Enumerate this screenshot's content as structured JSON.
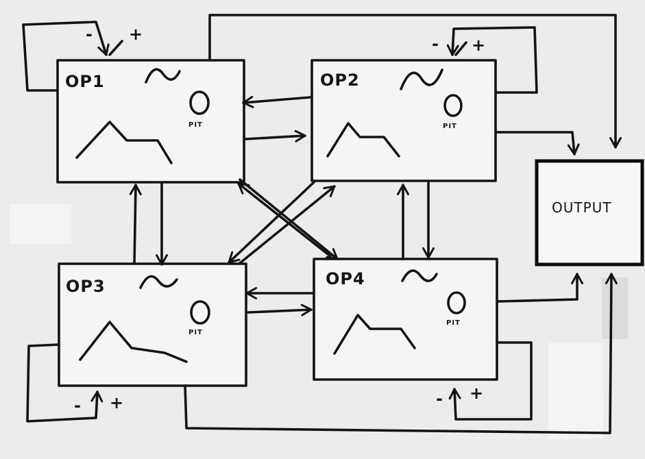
{
  "operators": [
    {
      "id": "op1",
      "label": "OP1",
      "knob": "PIT"
    },
    {
      "id": "op2",
      "label": "OP2",
      "knob": "PIT"
    },
    {
      "id": "op3",
      "label": "OP3",
      "knob": "PIT"
    },
    {
      "id": "op4",
      "label": "OP4",
      "knob": "PIT"
    }
  ],
  "output": {
    "label": "OUTPUT"
  },
  "feedback_signs": {
    "minus": "-",
    "plus": "+"
  },
  "colors": {
    "ink": "#141414",
    "board": "#ececea",
    "paper": "#f5f5f3"
  }
}
